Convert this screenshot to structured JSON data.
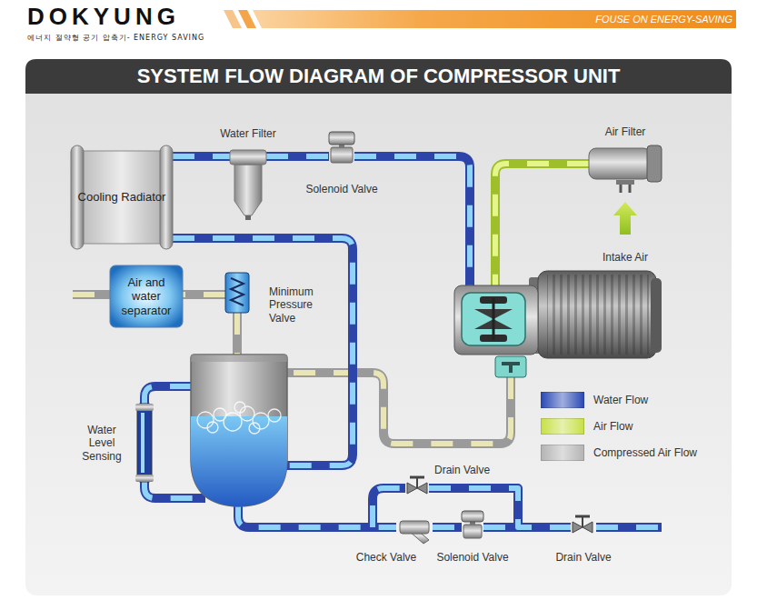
{
  "diagram": {
    "title": "SYSTEM FLOW DIAGRAM OF COMPRESSOR UNIT",
    "nodes": [
      {
        "text": [
          "Cooling Radiator"
        ]
      },
      {
        "text": [
          "Water Filter"
        ]
      },
      {
        "text": [
          "Solenoid Valve"
        ]
      },
      {
        "text": [
          "Air Filter"
        ]
      },
      {
        "text": [
          "Air and water separator"
        ]
      },
      {
        "text": [
          "Minimum Pressure Valve"
        ]
      },
      {
        "text": [
          "Water Level Sensing"
        ]
      },
      {
        "text": [
          "Drain Valve"
        ]
      },
      {
        "text": [
          "Check Valve"
        ]
      },
      {
        "text": [
          "Solenoid Valve"
        ]
      },
      {
        "text": [
          "Drain Valve"
        ]
      }
    ],
    "edges": [
      {
        "from": 0,
        "to": 1,
        "arrow": "none"
      },
      {
        "from": 1,
        "to": 2,
        "arrow": "none"
      },
      {
        "from": 5,
        "to": 4,
        "arrow": "none"
      },
      {
        "from": 8,
        "to": 9,
        "arrow": "none"
      },
      {
        "from": 9,
        "to": 10,
        "arrow": "none"
      },
      {
        "from": 7,
        "to": 10,
        "arrow": "none"
      }
    ],
    "labels": [
      "DOKYUNG",
      "에너지 절약형 공기 압축기- ENERGY SAVING",
      "FOUSE ON ENERGY-SAVING",
      "Intake Air"
    ],
    "legend": [
      {
        "text": "Water Flow",
        "color": "#2d4bb5"
      },
      {
        "text": "Air Flow",
        "color": "#c8e04a"
      },
      {
        "text": "Compressed Air Flow",
        "color": "#b5b5b5"
      }
    ]
  }
}
